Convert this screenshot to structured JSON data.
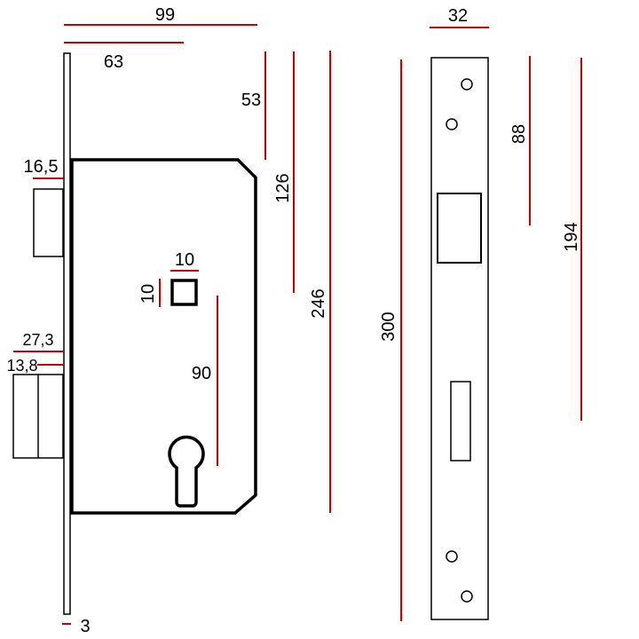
{
  "colors": {
    "outline": "#000000",
    "dimension": "#c80000",
    "background": "#ffffff"
  },
  "dimensions": {
    "width_99": "99",
    "backset_63": "63",
    "d_53": "53",
    "d_126": "126",
    "body_246": "246",
    "latch_16_5": "16,5",
    "follower_10_w": "10",
    "follower_10_h": "10",
    "bolt_27_3": "27,3",
    "bolt_13_8": "13,8",
    "centre_90": "90",
    "faceplate_3": "3",
    "faceplate_width_32": "32",
    "faceplate_300": "300",
    "strike_88": "88",
    "strike_194": "194"
  }
}
